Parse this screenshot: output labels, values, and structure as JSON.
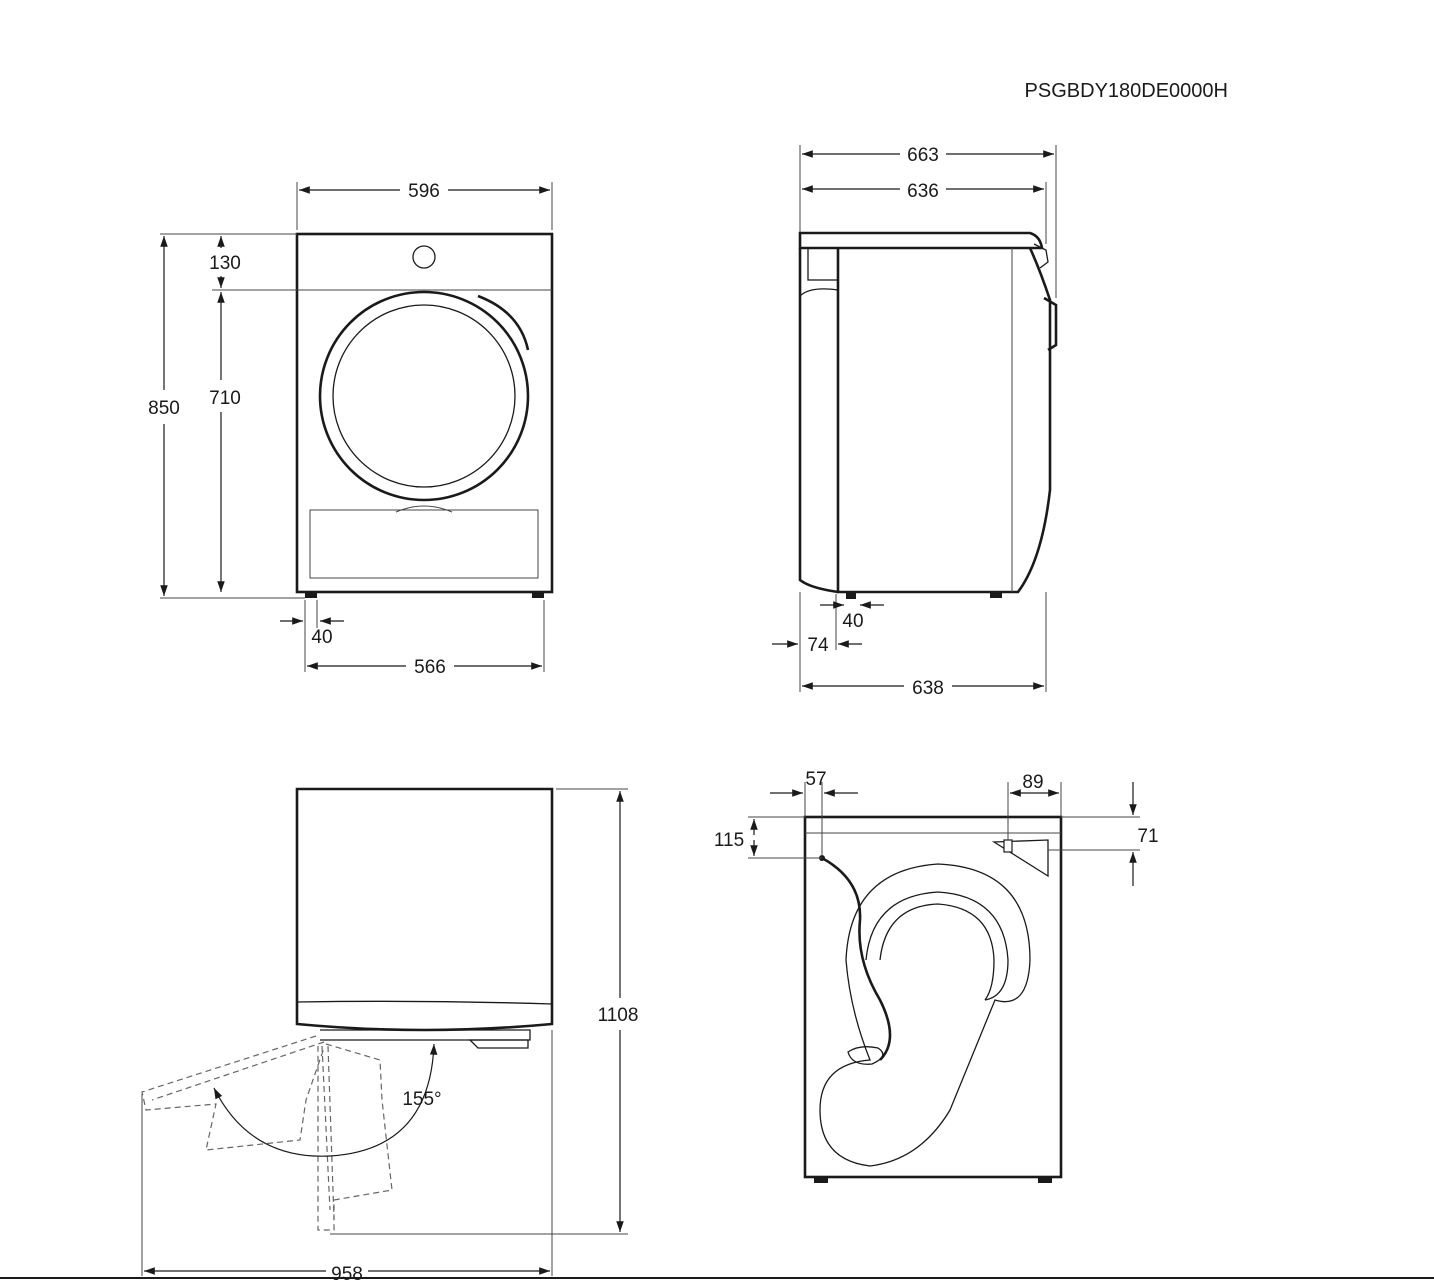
{
  "model_code": "PSGBDY180DE0000H",
  "front_view": {
    "width": "596",
    "total_height": "850",
    "top_section": "130",
    "body_height": "710",
    "foot_offset": "40",
    "feet_span": "566"
  },
  "side_view": {
    "depth_overall": "663",
    "depth_top": "636",
    "foot_offset": "40",
    "front_offset": "74",
    "depth_base": "638"
  },
  "door_view": {
    "depth_door_open": "958",
    "height_door_open": "1108",
    "door_angle": "155°"
  },
  "rear_view": {
    "hose_offset_x": "57",
    "hose_offset_y": "115",
    "bracket_width": "89",
    "bracket_offset_y": "71"
  }
}
